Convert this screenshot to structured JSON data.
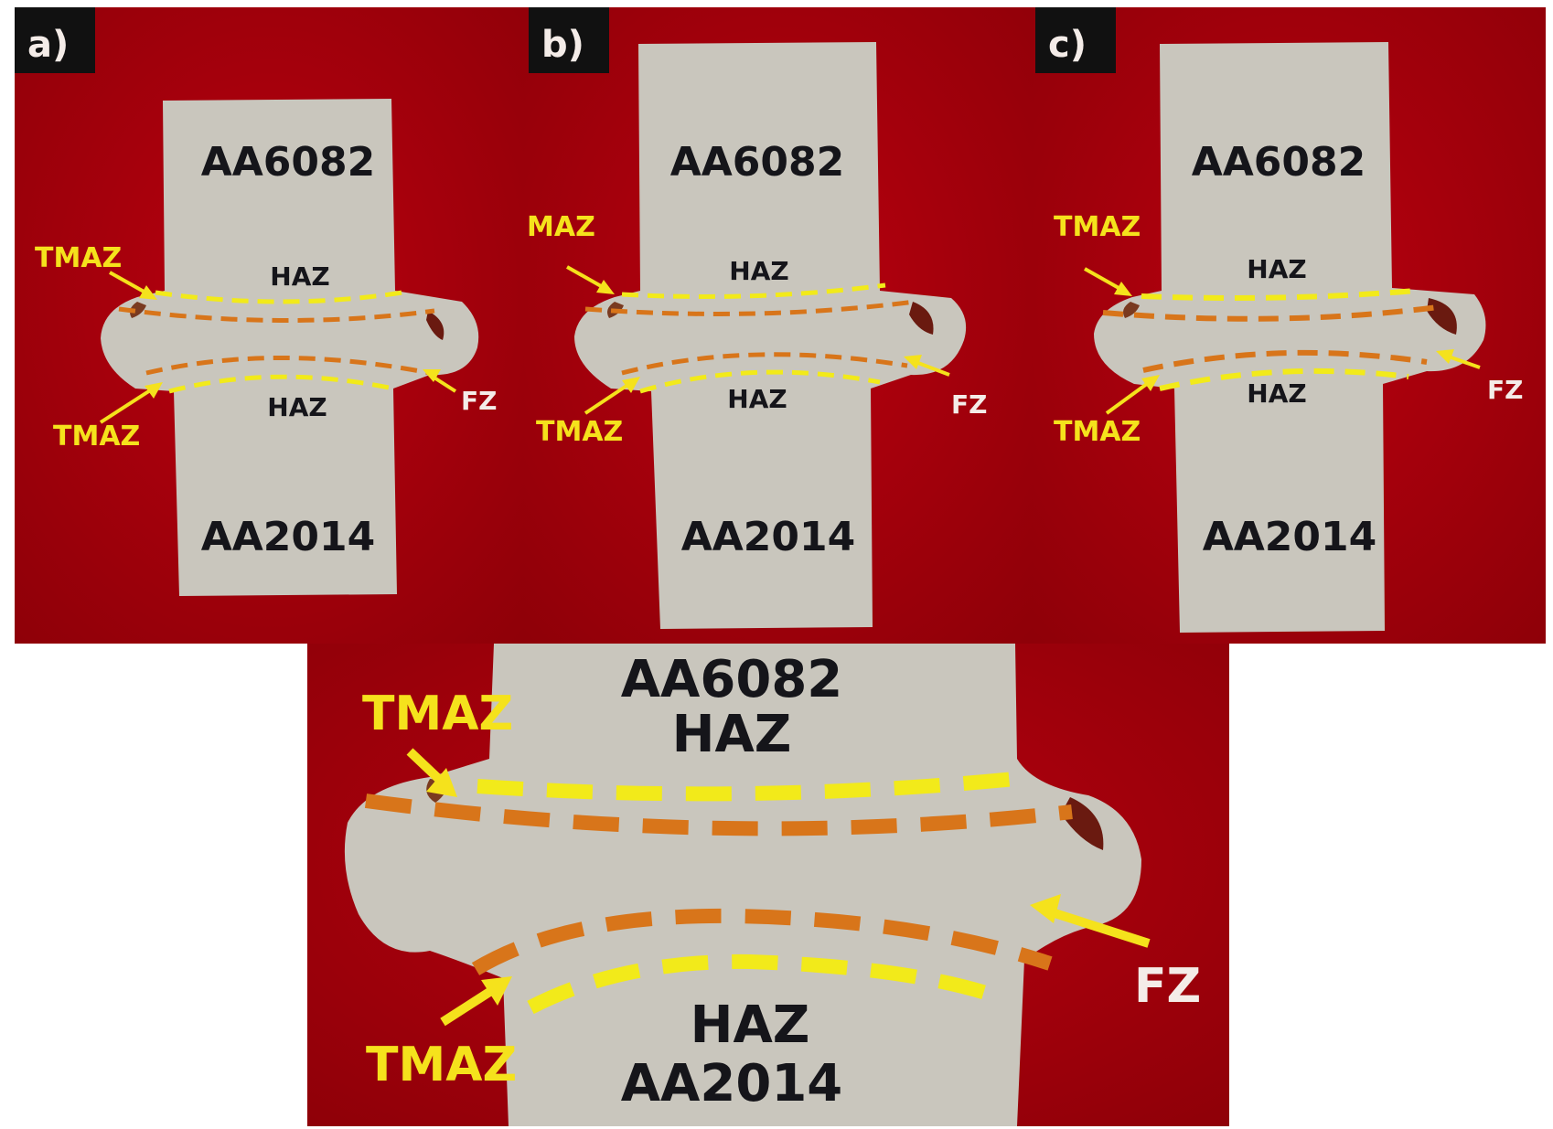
{
  "panels": [
    {
      "tag": "a)",
      "top_alloy": "AA6082",
      "bottom_alloy": "AA2014",
      "haz_top": "HAZ",
      "haz_bottom": "HAZ",
      "tmaz_top": "TMAZ",
      "tmaz_bottom": "TMAZ",
      "fz": "FZ"
    },
    {
      "tag": "b)",
      "top_alloy": "AA6082",
      "bottom_alloy": "AA2014",
      "haz_top": "HAZ",
      "haz_bottom": "HAZ",
      "tmaz_top": "MAZ",
      "tmaz_bottom": "TMAZ",
      "fz": "FZ"
    },
    {
      "tag": "c)",
      "top_alloy": "AA6082",
      "bottom_alloy": "AA2014",
      "haz_top": "HAZ",
      "haz_bottom": "HAZ",
      "tmaz_top": "TMAZ",
      "tmaz_bottom": "TMAZ",
      "fz": "FZ"
    }
  ],
  "detail": {
    "top_alloy": "AA6082",
    "haz_top": "HAZ",
    "haz_bottom": "HAZ",
    "bottom_alloy": "AA2014",
    "tmaz_top": "TMAZ",
    "tmaz_bottom": "TMAZ",
    "fz": "FZ"
  },
  "colors": {
    "background_red": "#a8000c",
    "specimen": "#c9c6bd",
    "tmaz_line": "#f2ea1a",
    "boundary_line": "#d8751a",
    "label_yellow": "#f5e21c",
    "label_white": "#f4ece8",
    "label_dark": "#15151a",
    "tag_bg": "#111111"
  }
}
